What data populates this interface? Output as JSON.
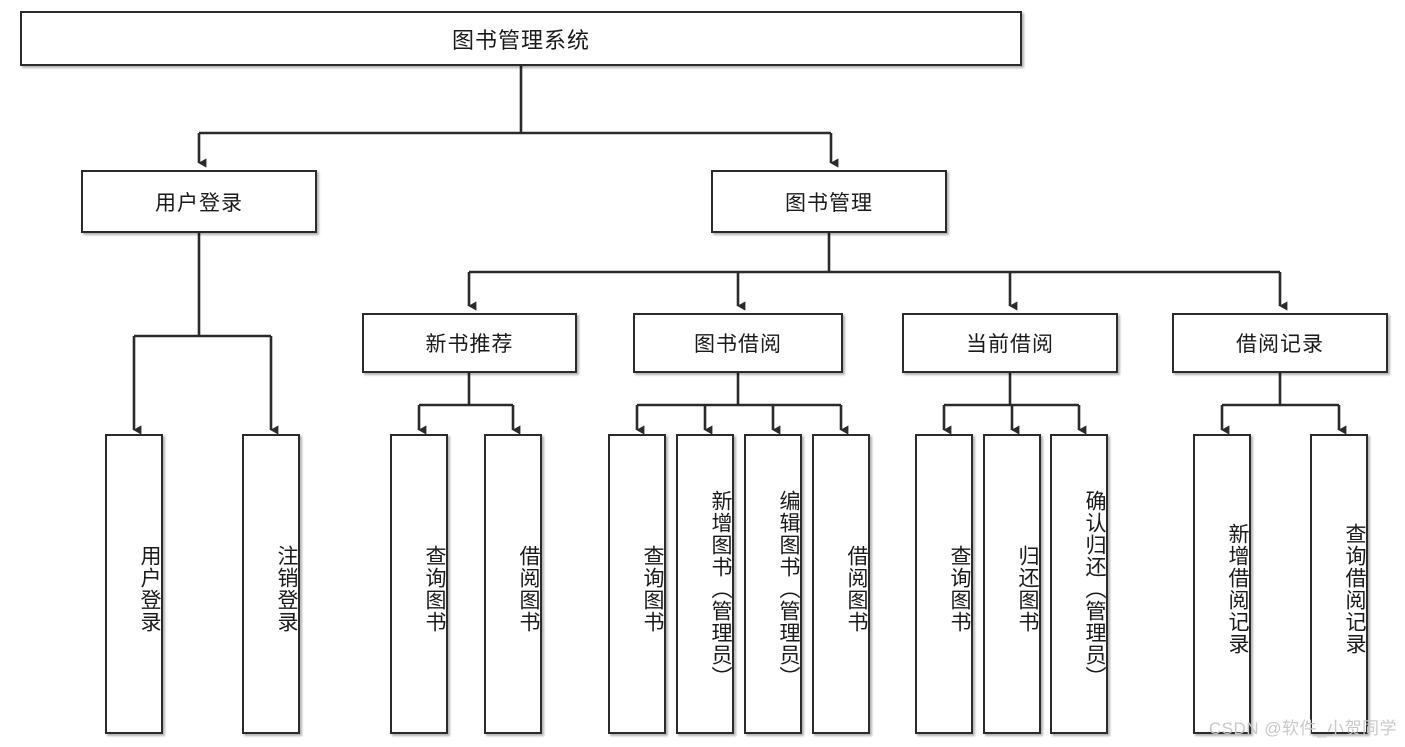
{
  "diagram": {
    "type": "tree-hierarchy",
    "root": {
      "id": "root",
      "label": "图书管理系统"
    },
    "level2": [
      {
        "id": "user-login",
        "label": "用户登录"
      },
      {
        "id": "book-management",
        "label": "图书管理"
      }
    ],
    "level3": [
      {
        "id": "new-book-recommend",
        "label": "新书推荐"
      },
      {
        "id": "book-borrow",
        "label": "图书借阅"
      },
      {
        "id": "current-borrow",
        "label": "当前借阅"
      },
      {
        "id": "borrow-record",
        "label": "借阅记录"
      }
    ],
    "leaves": {
      "user_login": [
        {
          "id": "leaf-user-login",
          "label": "用户登录"
        },
        {
          "id": "leaf-logout-login",
          "label": "注销登录"
        }
      ],
      "new_book_recommend": [
        {
          "id": "leaf-query-book-1",
          "label": "查询图书"
        },
        {
          "id": "leaf-borrow-book-1",
          "label": "借阅图书"
        }
      ],
      "book_borrow": [
        {
          "id": "leaf-query-book-2",
          "label": "查询图书"
        },
        {
          "id": "leaf-add-book",
          "label": "新增图书（管理员）"
        },
        {
          "id": "leaf-edit-book",
          "label": "编辑图书（管理员）"
        },
        {
          "id": "leaf-borrow-book-2",
          "label": "借阅图书"
        }
      ],
      "current_borrow": [
        {
          "id": "leaf-query-book-3",
          "label": "查询图书"
        },
        {
          "id": "leaf-return-book",
          "label": "归还图书"
        },
        {
          "id": "leaf-confirm-return",
          "label": "确认归还（管理员）"
        }
      ],
      "borrow_record": [
        {
          "id": "leaf-add-record",
          "label": "新增借阅记录"
        },
        {
          "id": "leaf-query-record",
          "label": "查询借阅记录"
        }
      ]
    },
    "watermark": "CSDN @软件_小贺同学",
    "colors": {
      "stroke": "#2b2b2b",
      "fill": "#ffffff",
      "text": "#1a1a1a",
      "watermark": "#c9c9c9"
    }
  }
}
